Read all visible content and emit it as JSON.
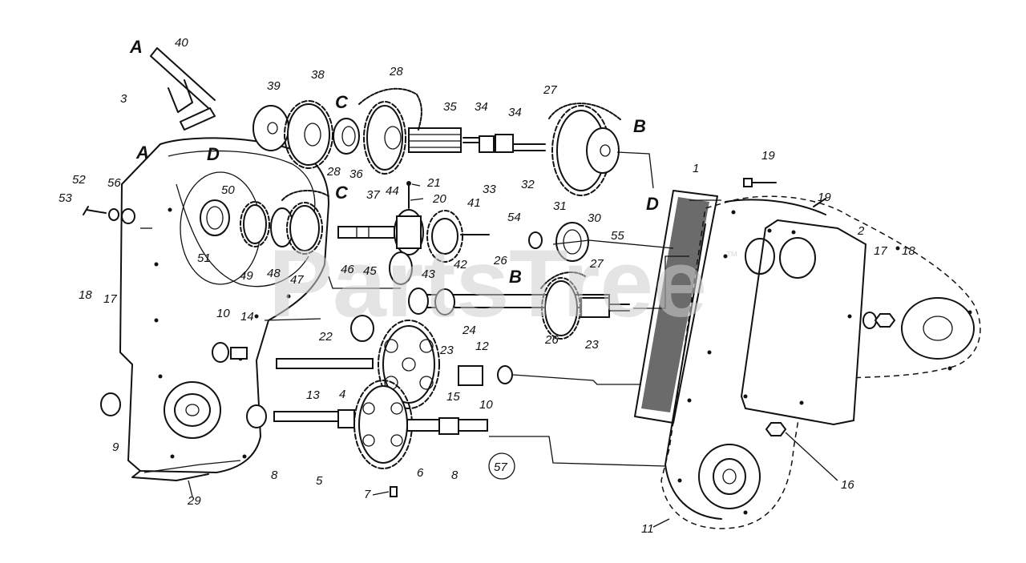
{
  "watermark": {
    "text": "PartsTree",
    "trademark": "™"
  },
  "callouts": [
    {
      "id": "c40",
      "label": "40"
    },
    {
      "id": "c3",
      "label": "3"
    },
    {
      "id": "c39",
      "label": "39"
    },
    {
      "id": "c38",
      "label": "38"
    },
    {
      "id": "c28a",
      "label": "28"
    },
    {
      "id": "c35",
      "label": "35"
    },
    {
      "id": "c34a",
      "label": "34"
    },
    {
      "id": "c34b",
      "label": "34"
    },
    {
      "id": "c27a",
      "label": "27"
    },
    {
      "id": "c36",
      "label": "36"
    },
    {
      "id": "c37",
      "label": "37"
    },
    {
      "id": "c33",
      "label": "33"
    },
    {
      "id": "c32",
      "label": "32"
    },
    {
      "id": "c31",
      "label": "31"
    },
    {
      "id": "c30",
      "label": "30"
    },
    {
      "id": "c19a",
      "label": "19"
    },
    {
      "id": "c19b",
      "label": "19"
    },
    {
      "id": "c1",
      "label": "1"
    },
    {
      "id": "c2",
      "label": "2"
    },
    {
      "id": "c52",
      "label": "52"
    },
    {
      "id": "c56",
      "label": "56"
    },
    {
      "id": "c53",
      "label": "53"
    },
    {
      "id": "c50",
      "label": "50"
    },
    {
      "id": "c28b",
      "label": "28"
    },
    {
      "id": "c44",
      "label": "44"
    },
    {
      "id": "c21",
      "label": "21"
    },
    {
      "id": "c20",
      "label": "20"
    },
    {
      "id": "c41",
      "label": "41"
    },
    {
      "id": "c54",
      "label": "54"
    },
    {
      "id": "c55",
      "label": "55"
    },
    {
      "id": "c51",
      "label": "51"
    },
    {
      "id": "c49",
      "label": "49"
    },
    {
      "id": "c48",
      "label": "48"
    },
    {
      "id": "c47",
      "label": "47"
    },
    {
      "id": "c46",
      "label": "46"
    },
    {
      "id": "c45",
      "label": "45"
    },
    {
      "id": "c43",
      "label": "43"
    },
    {
      "id": "c42",
      "label": "42"
    },
    {
      "id": "c26a",
      "label": "26"
    },
    {
      "id": "c27b",
      "label": "27"
    },
    {
      "id": "c17a",
      "label": "17"
    },
    {
      "id": "c18a",
      "label": "18"
    },
    {
      "id": "c18b",
      "label": "18"
    },
    {
      "id": "c17b",
      "label": "17"
    },
    {
      "id": "c10a",
      "label": "10"
    },
    {
      "id": "c14",
      "label": "14"
    },
    {
      "id": "c22",
      "label": "22"
    },
    {
      "id": "c24",
      "label": "24"
    },
    {
      "id": "c23a",
      "label": "23"
    },
    {
      "id": "c26b",
      "label": "26"
    },
    {
      "id": "c23b",
      "label": "23"
    },
    {
      "id": "c12",
      "label": "12"
    },
    {
      "id": "c13",
      "label": "13"
    },
    {
      "id": "c15",
      "label": "15"
    },
    {
      "id": "c10b",
      "label": "10"
    },
    {
      "id": "c4",
      "label": "4"
    },
    {
      "id": "c9",
      "label": "9"
    },
    {
      "id": "c8a",
      "label": "8"
    },
    {
      "id": "c5",
      "label": "5"
    },
    {
      "id": "c6",
      "label": "6"
    },
    {
      "id": "c8b",
      "label": "8"
    },
    {
      "id": "c57",
      "label": "57"
    },
    {
      "id": "c7",
      "label": "7"
    },
    {
      "id": "c29",
      "label": "29"
    },
    {
      "id": "c16",
      "label": "16"
    },
    {
      "id": "c11",
      "label": "11"
    }
  ],
  "reference_letters": [
    {
      "id": "A1",
      "label": "A"
    },
    {
      "id": "A2",
      "label": "A"
    },
    {
      "id": "B1",
      "label": "B"
    },
    {
      "id": "B2",
      "label": "B"
    },
    {
      "id": "C1",
      "label": "C"
    },
    {
      "id": "C2",
      "label": "C"
    },
    {
      "id": "D1",
      "label": "D"
    },
    {
      "id": "D2",
      "label": "D"
    }
  ]
}
